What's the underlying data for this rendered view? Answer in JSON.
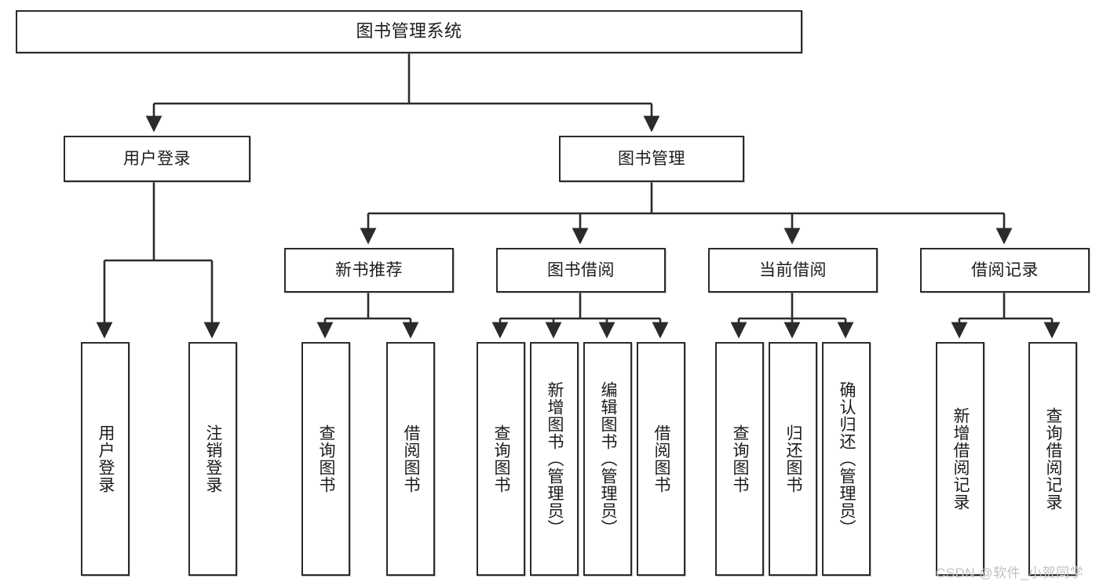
{
  "diagram": {
    "title": "图书管理系统",
    "type": "tree",
    "watermark": "CSDN @软件_小贺同学",
    "colors": {
      "border": "#2b2b2b",
      "text": "#1c1c1c",
      "background": "#ffffff",
      "connector": "#2b2b2b",
      "watermark": "#c2c2c2"
    },
    "nodes": {
      "root": {
        "label": "图书管理系统"
      },
      "level1": [
        {
          "label": "用户登录"
        },
        {
          "label": "图书管理"
        }
      ],
      "level2": [
        {
          "label": "新书推荐"
        },
        {
          "label": "图书借阅"
        },
        {
          "label": "当前借阅"
        },
        {
          "label": "借阅记录"
        }
      ],
      "leaves": {
        "user_login": [
          {
            "label": "用户登录"
          },
          {
            "label": "注销登录"
          }
        ],
        "new_book_recommend": [
          {
            "label": "查询图书"
          },
          {
            "label": "借阅图书"
          }
        ],
        "book_borrow": [
          {
            "label": "查询图书"
          },
          {
            "label": "新增图书（管理员）"
          },
          {
            "label": "编辑图书（管理员）"
          },
          {
            "label": "借阅图书"
          }
        ],
        "current_borrow": [
          {
            "label": "查询图书"
          },
          {
            "label": "归还图书"
          },
          {
            "label": "确认归还（管理员）"
          }
        ],
        "borrow_record": [
          {
            "label": "新增借阅记录"
          },
          {
            "label": "查询借阅记录"
          }
        ]
      }
    }
  }
}
